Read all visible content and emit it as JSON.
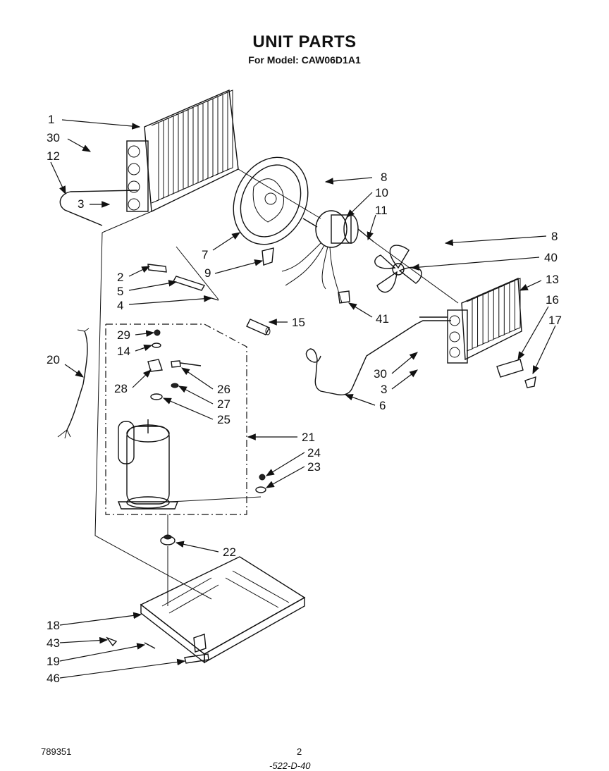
{
  "header": {
    "title": "UNIT PARTS",
    "subtitle": "For Model: CAW06D1A1"
  },
  "footer": {
    "code": "789351",
    "page": "2",
    "handwritten": "-522-D-40"
  },
  "labels": [
    "1",
    "30",
    "12",
    "3",
    "2",
    "5",
    "4",
    "7",
    "9",
    "8",
    "10",
    "11",
    "8",
    "40",
    "13",
    "16",
    "17",
    "41",
    "15",
    "20",
    "29",
    "14",
    "28",
    "26",
    "27",
    "25",
    "30",
    "3",
    "6",
    "21",
    "24",
    "23",
    "22",
    "18",
    "43",
    "19",
    "46"
  ]
}
